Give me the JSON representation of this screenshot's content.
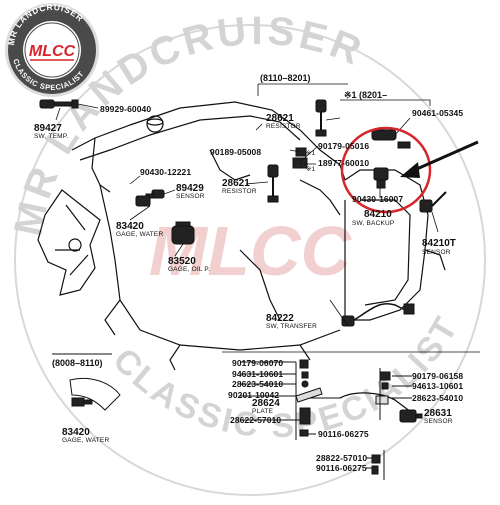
{
  "logo": {
    "ring_top": "MR LANDCRUISER",
    "ring_bottom": "CLASSIC SPECIALIST",
    "center": "MLCC",
    "colors": {
      "ring": "#4a4a4a",
      "outline": "#dcdcdc",
      "accent": "#d6252b"
    }
  },
  "watermark": {
    "arc_top": "MR LANDCRUISER",
    "arc_bottom": "CLASSIC SPECIALIST",
    "color": "#cfcfcf"
  },
  "ranges": {
    "top": "(8110–8201)",
    "top_right": "※1 (8201–",
    "left": "(8008–8110)"
  },
  "labels": {
    "p89929_60040": "89929-60040",
    "p89427": "89427",
    "p89427_sub": "SW, TEMP.",
    "p28621": "28621",
    "p28621_sub": "RESISTOR",
    "p90461": "90461-05345",
    "p90189": "90189-05008",
    "p90179_top": "90179-05016",
    "p_star1a": "※1",
    "p18977": "18977-60010",
    "p_star1b": "※1",
    "p90430_12221": "90430-12221",
    "p89429": "89429",
    "p89429_sub": "SENSOR",
    "p28621b": "28621",
    "p28621b_sub": "RESISTOR",
    "p90430_16007": "90430-16007",
    "p84210": "84210",
    "p84210_sub": "SW, BACKUP",
    "p84210t": "84210T",
    "p84210t_sub": "SENSOR",
    "p83420": "83420",
    "p83420_sub": "GAGE, WATER",
    "p83520": "83520",
    "p83520_sub": "GAGE, OIL P.",
    "p84222": "84222",
    "p84222_sub": "SW, TRANSFER",
    "p83420b": "83420",
    "p83420b_sub": "GAGE, WATER",
    "p90179_06070": "90179-06070",
    "p94631": "94631-10601",
    "p28623_left": "28623-54010",
    "p90201": "90201-10042",
    "p28624": "28624",
    "p28624_sub": "PLATE",
    "p28622_left": "28622-57010",
    "p90116_left": "90116-06275",
    "p28622_bottom": "28822-57010",
    "p90116_bottom": "90116-06275",
    "p90179_06158": "90179-06158",
    "p94613": "94613-10601",
    "p28623_right": "28623-54010",
    "p28631": "28631",
    "p28631_sub": "SENSOR"
  }
}
